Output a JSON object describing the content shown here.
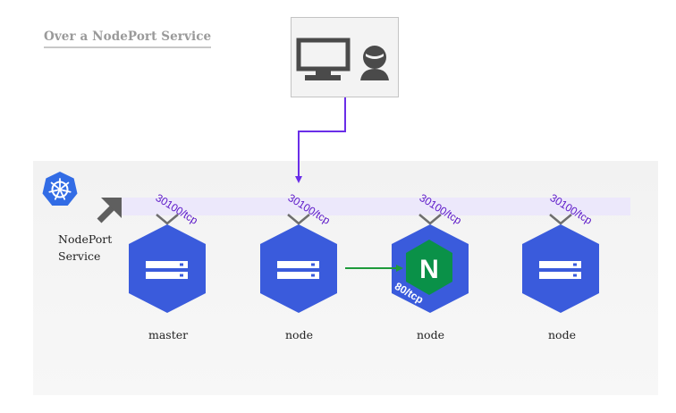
{
  "title": "Over a NodePort Service",
  "service": {
    "label_line1": "NodePort",
    "label_line2": "Service",
    "icon": "kubernetes-wheel-icon"
  },
  "client": {
    "icons": [
      "monitor-icon",
      "user-icon"
    ]
  },
  "nodes": [
    {
      "label": "master",
      "port": "30100/tcp"
    },
    {
      "label": "node",
      "port": "30100/tcp"
    },
    {
      "label": "node",
      "port": "30100/tcp"
    },
    {
      "label": "node",
      "port": "30100/tcp"
    }
  ],
  "pod": {
    "letter": "N",
    "port": "80/tcp",
    "icon": "nginx-icon"
  },
  "colors": {
    "node_blue": "#3a5bdc",
    "nginx_green": "#0a9148",
    "arrow_purple": "#6a2ee8",
    "port_purple": "#5b16c8",
    "band": "#ece8fb",
    "connector_green": "#1e9a3a"
  }
}
